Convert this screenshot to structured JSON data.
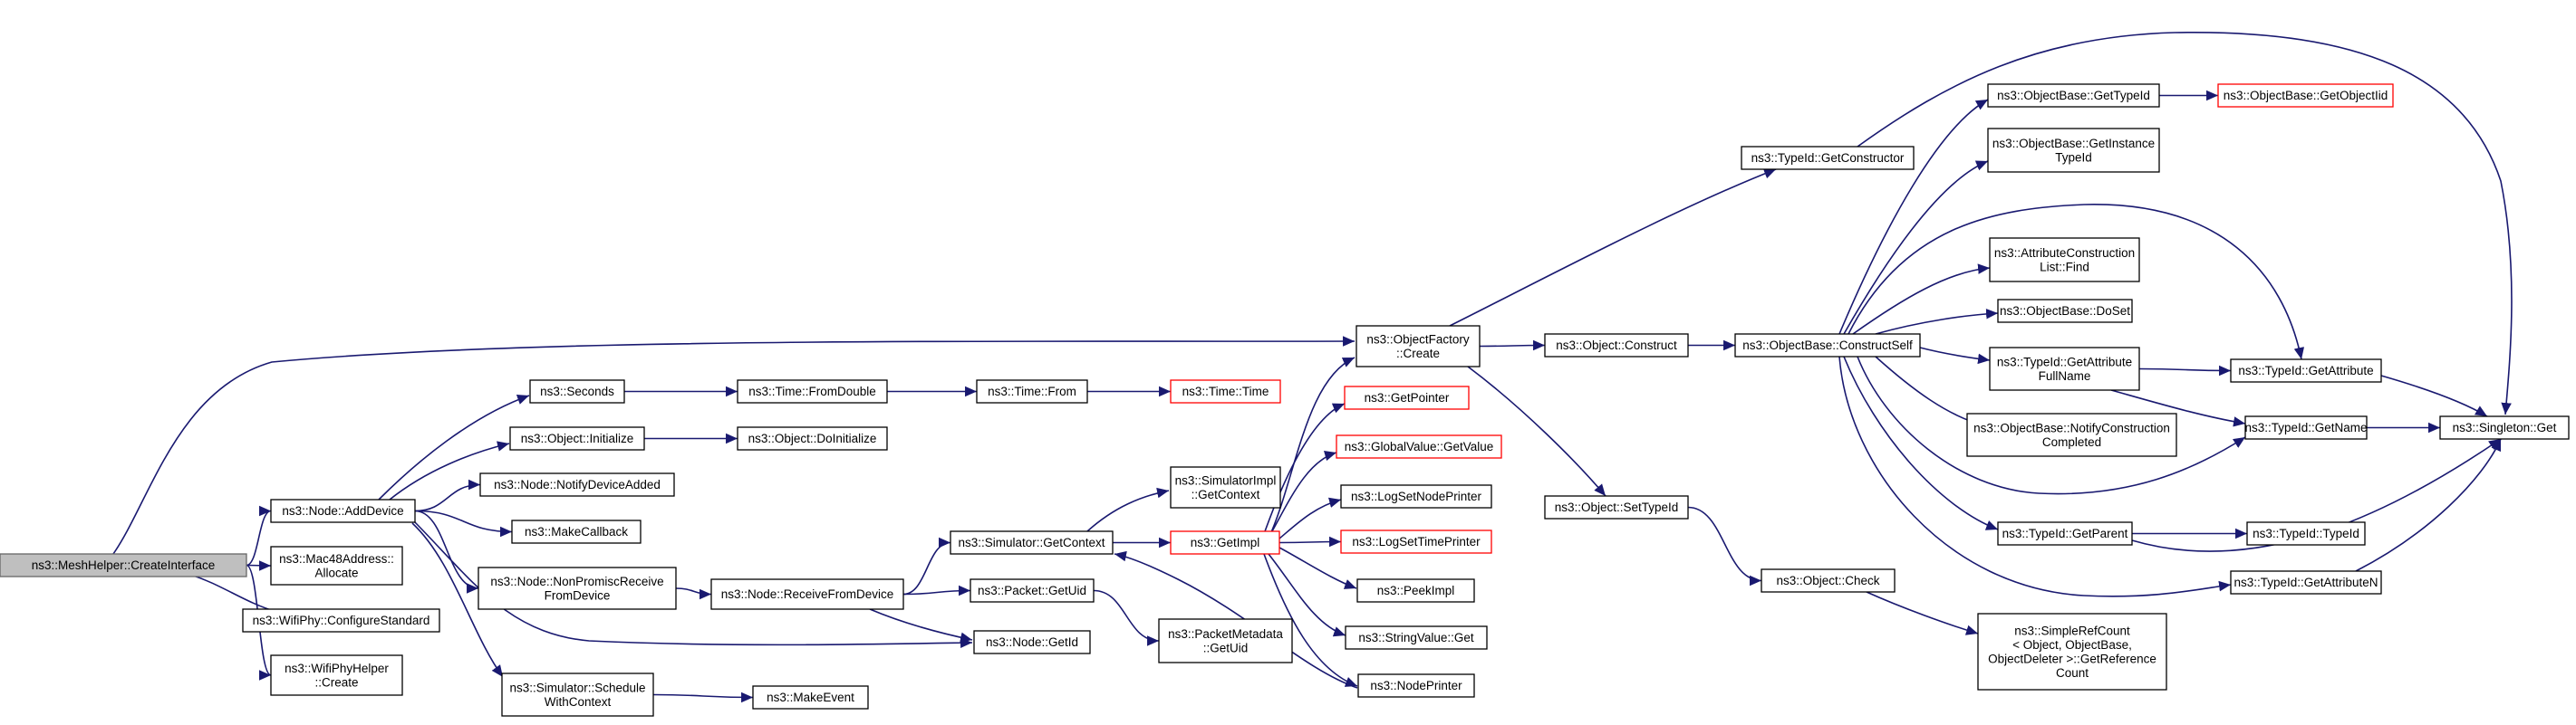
{
  "diagram": {
    "type": "call-graph",
    "colors": {
      "edge": "#191970",
      "node_border": "#000000",
      "root_fill": "#bfbfbf",
      "root_border": "#666666",
      "truncated_border": "#ff0000"
    },
    "nodes": [
      {
        "id": "root",
        "lines": [
          "ns3::MeshHelper::CreateInterface"
        ],
        "style": "root"
      },
      {
        "id": "node_adddevice",
        "lines": [
          "ns3::Node::AddDevice"
        ],
        "style": "normal"
      },
      {
        "id": "mac48",
        "lines": [
          "ns3::Mac48Address::",
          "Allocate"
        ],
        "style": "normal"
      },
      {
        "id": "wifiphy_cfg",
        "lines": [
          "ns3::WifiPhy::ConfigureStandard"
        ],
        "style": "normal"
      },
      {
        "id": "wifiphyhelper",
        "lines": [
          "ns3::WifiPhyHelper",
          "::Create"
        ],
        "style": "normal"
      },
      {
        "id": "seconds",
        "lines": [
          "ns3::Seconds"
        ],
        "style": "normal"
      },
      {
        "id": "obj_init",
        "lines": [
          "ns3::Object::Initialize"
        ],
        "style": "normal"
      },
      {
        "id": "notify_added",
        "lines": [
          "ns3::Node::NotifyDeviceAdded"
        ],
        "style": "normal"
      },
      {
        "id": "makecallback",
        "lines": [
          "ns3::MakeCallback"
        ],
        "style": "normal"
      },
      {
        "id": "nonpromisc",
        "lines": [
          "ns3::Node::NonPromiscReceive",
          "FromDevice"
        ],
        "style": "normal"
      },
      {
        "id": "sim_schedule",
        "lines": [
          "ns3::Simulator::Schedule",
          "WithContext"
        ],
        "style": "normal"
      },
      {
        "id": "time_fromdouble",
        "lines": [
          "ns3::Time::FromDouble"
        ],
        "style": "normal"
      },
      {
        "id": "doinit",
        "lines": [
          "ns3::Object::DoInitialize"
        ],
        "style": "normal"
      },
      {
        "id": "recv_from_device",
        "lines": [
          "ns3::Node::ReceiveFromDevice"
        ],
        "style": "normal"
      },
      {
        "id": "makeevent",
        "lines": [
          "ns3::MakeEvent"
        ],
        "style": "normal"
      },
      {
        "id": "time_from",
        "lines": [
          "ns3::Time::From"
        ],
        "style": "normal"
      },
      {
        "id": "sim_getcontext",
        "lines": [
          "ns3::Simulator::GetContext"
        ],
        "style": "normal"
      },
      {
        "id": "packet_getuid",
        "lines": [
          "ns3::Packet::GetUid"
        ],
        "style": "normal"
      },
      {
        "id": "node_getid",
        "lines": [
          "ns3::Node::GetId"
        ],
        "style": "normal"
      },
      {
        "id": "time_time",
        "lines": [
          "ns3::Time::Time"
        ],
        "style": "truncated"
      },
      {
        "id": "simimpl_getcontext",
        "lines": [
          "ns3::SimulatorImpl",
          "::GetContext"
        ],
        "style": "normal"
      },
      {
        "id": "getimpl",
        "lines": [
          "ns3::GetImpl"
        ],
        "style": "truncated"
      },
      {
        "id": "pktmeta_getuid",
        "lines": [
          "ns3::PacketMetadata",
          "::GetUid"
        ],
        "style": "normal"
      },
      {
        "id": "objfactory_create",
        "lines": [
          "ns3::ObjectFactory",
          "::Create"
        ],
        "style": "normal"
      },
      {
        "id": "getpointer",
        "lines": [
          "ns3::GetPointer"
        ],
        "style": "truncated"
      },
      {
        "id": "globalvalue_getvalue",
        "lines": [
          "ns3::GlobalValue::GetValue"
        ],
        "style": "truncated"
      },
      {
        "id": "logsetnodeprinter",
        "lines": [
          "ns3::LogSetNodePrinter"
        ],
        "style": "normal"
      },
      {
        "id": "logsettimeprinter",
        "lines": [
          "ns3::LogSetTimePrinter"
        ],
        "style": "truncated"
      },
      {
        "id": "peekimpl",
        "lines": [
          "ns3::PeekImpl"
        ],
        "style": "normal"
      },
      {
        "id": "stringvalue_get",
        "lines": [
          "ns3::StringValue::Get"
        ],
        "style": "normal"
      },
      {
        "id": "nodeprinter",
        "lines": [
          "ns3::NodePrinter"
        ],
        "style": "normal"
      },
      {
        "id": "obj_construct",
        "lines": [
          "ns3::Object::Construct"
        ],
        "style": "normal"
      },
      {
        "id": "obj_settypeid",
        "lines": [
          "ns3::Object::SetTypeId"
        ],
        "style": "normal"
      },
      {
        "id": "typeid_getconstructor",
        "lines": [
          "ns3::TypeId::GetConstructor"
        ],
        "style": "normal"
      },
      {
        "id": "objbase_constructself",
        "lines": [
          "ns3::ObjectBase::ConstructSelf"
        ],
        "style": "normal"
      },
      {
        "id": "obj_check",
        "lines": [
          "ns3::Object::Check"
        ],
        "style": "normal"
      },
      {
        "id": "objbase_gettypeid",
        "lines": [
          "ns3::ObjectBase::GetTypeId"
        ],
        "style": "normal"
      },
      {
        "id": "objbase_getinstance",
        "lines": [
          "ns3::ObjectBase::GetInstance",
          "TypeId"
        ],
        "style": "normal"
      },
      {
        "id": "attrconstr_find",
        "lines": [
          "ns3::AttributeConstruction",
          "List::Find"
        ],
        "style": "normal"
      },
      {
        "id": "objbase_doset",
        "lines": [
          "ns3::ObjectBase::DoSet"
        ],
        "style": "normal"
      },
      {
        "id": "typeid_getattrfullname",
        "lines": [
          "ns3::TypeId::GetAttribute",
          "FullName"
        ],
        "style": "normal"
      },
      {
        "id": "objbase_notifyconstr",
        "lines": [
          "ns3::ObjectBase::NotifyConstruction",
          "Completed"
        ],
        "style": "normal"
      },
      {
        "id": "typeid_getparent",
        "lines": [
          "ns3::TypeId::GetParent"
        ],
        "style": "normal"
      },
      {
        "id": "simplerefcount",
        "lines": [
          "ns3::SimpleRefCount",
          "< Object, ObjectBase,",
          "ObjectDeleter >::GetReference",
          "Count"
        ],
        "style": "normal"
      },
      {
        "id": "objbase_getobjectiid",
        "lines": [
          "ns3::ObjectBase::GetObjectIid"
        ],
        "style": "truncated"
      },
      {
        "id": "typeid_getattribute",
        "lines": [
          "ns3::TypeId::GetAttribute"
        ],
        "style": "normal"
      },
      {
        "id": "typeid_getname",
        "lines": [
          "ns3::TypeId::GetName"
        ],
        "style": "normal"
      },
      {
        "id": "typeid_typeid",
        "lines": [
          "ns3::TypeId::TypeId"
        ],
        "style": "normal"
      },
      {
        "id": "typeid_getattributen",
        "lines": [
          "ns3::TypeId::GetAttributeN"
        ],
        "style": "normal"
      },
      {
        "id": "singleton_get",
        "lines": [
          "ns3::Singleton::Get"
        ],
        "style": "normal"
      }
    ],
    "edges": [
      [
        "root",
        "node_adddevice"
      ],
      [
        "root",
        "mac48"
      ],
      [
        "root",
        "wifiphy_cfg"
      ],
      [
        "root",
        "wifiphyhelper"
      ],
      [
        "root",
        "objfactory_create"
      ],
      [
        "node_adddevice",
        "seconds"
      ],
      [
        "node_adddevice",
        "obj_init"
      ],
      [
        "node_adddevice",
        "notify_added"
      ],
      [
        "node_adddevice",
        "makecallback"
      ],
      [
        "node_adddevice",
        "nonpromisc"
      ],
      [
        "node_adddevice",
        "sim_schedule"
      ],
      [
        "node_adddevice",
        "node_getid"
      ],
      [
        "seconds",
        "time_fromdouble"
      ],
      [
        "time_fromdouble",
        "time_from"
      ],
      [
        "time_from",
        "time_time"
      ],
      [
        "obj_init",
        "doinit"
      ],
      [
        "nonpromisc",
        "recv_from_device"
      ],
      [
        "sim_schedule",
        "makeevent"
      ],
      [
        "recv_from_device",
        "sim_getcontext"
      ],
      [
        "recv_from_device",
        "packet_getuid"
      ],
      [
        "recv_from_device",
        "node_getid"
      ],
      [
        "sim_getcontext",
        "simimpl_getcontext"
      ],
      [
        "sim_getcontext",
        "getimpl"
      ],
      [
        "packet_getuid",
        "pktmeta_getuid"
      ],
      [
        "getimpl",
        "objfactory_create"
      ],
      [
        "getimpl",
        "getpointer"
      ],
      [
        "getimpl",
        "globalvalue_getvalue"
      ],
      [
        "getimpl",
        "logsetnodeprinter"
      ],
      [
        "getimpl",
        "logsettimeprinter"
      ],
      [
        "getimpl",
        "peekimpl"
      ],
      [
        "getimpl",
        "stringvalue_get"
      ],
      [
        "getimpl",
        "nodeprinter"
      ],
      [
        "nodeprinter",
        "sim_getcontext"
      ],
      [
        "objfactory_create",
        "typeid_getconstructor"
      ],
      [
        "objfactory_create",
        "obj_construct"
      ],
      [
        "objfactory_create",
        "obj_settypeid"
      ],
      [
        "obj_construct",
        "objbase_constructself"
      ],
      [
        "obj_settypeid",
        "obj_check"
      ],
      [
        "obj_check",
        "simplerefcount"
      ],
      [
        "typeid_getconstructor",
        "singleton_get"
      ],
      [
        "objbase_constructself",
        "objbase_gettypeid"
      ],
      [
        "objbase_constructself",
        "objbase_getinstance"
      ],
      [
        "objbase_constructself",
        "attrconstr_find"
      ],
      [
        "objbase_constructself",
        "objbase_doset"
      ],
      [
        "objbase_constructself",
        "typeid_getattrfullname"
      ],
      [
        "objbase_constructself",
        "objbase_notifyconstr"
      ],
      [
        "objbase_constructself",
        "typeid_getparent"
      ],
      [
        "objbase_constructself",
        "typeid_getattribute"
      ],
      [
        "objbase_constructself",
        "typeid_getname"
      ],
      [
        "objbase_constructself",
        "typeid_getattributen"
      ],
      [
        "objbase_gettypeid",
        "objbase_getobjectiid"
      ],
      [
        "typeid_getattrfullname",
        "typeid_getattribute"
      ],
      [
        "typeid_getattrfullname",
        "typeid_getname"
      ],
      [
        "typeid_getparent",
        "typeid_typeid"
      ],
      [
        "typeid_getparent",
        "singleton_get"
      ],
      [
        "typeid_getattribute",
        "singleton_get"
      ],
      [
        "typeid_getname",
        "singleton_get"
      ],
      [
        "typeid_getattributen",
        "singleton_get"
      ]
    ]
  }
}
